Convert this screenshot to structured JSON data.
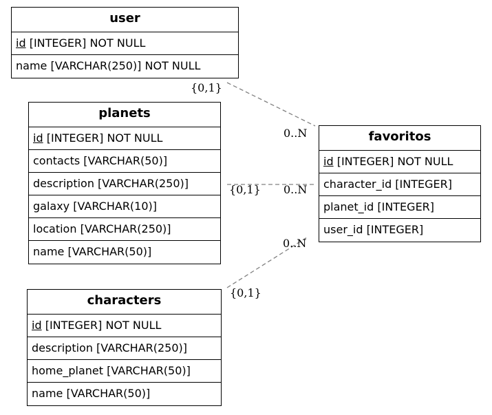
{
  "entities": {
    "user": {
      "name": "user",
      "attributes": [
        {
          "pk": "id",
          "rest": " [INTEGER] NOT NULL"
        },
        {
          "text": "name [VARCHAR(250)] NOT NULL"
        }
      ]
    },
    "planets": {
      "name": "planets",
      "attributes": [
        {
          "pk": "id",
          "rest": " [INTEGER] NOT NULL"
        },
        {
          "text": "contacts [VARCHAR(50)]"
        },
        {
          "text": "description [VARCHAR(250)]"
        },
        {
          "text": "galaxy [VARCHAR(10)]"
        },
        {
          "text": "location [VARCHAR(250)]"
        },
        {
          "text": "name [VARCHAR(50)]"
        }
      ]
    },
    "characters": {
      "name": "characters",
      "attributes": [
        {
          "pk": "id",
          "rest": " [INTEGER] NOT NULL"
        },
        {
          "text": "description [VARCHAR(250)]"
        },
        {
          "text": "home_planet [VARCHAR(50)]"
        },
        {
          "text": "name [VARCHAR(50)]"
        }
      ]
    },
    "favoritos": {
      "name": "favoritos",
      "attributes": [
        {
          "pk": "id",
          "rest": " [INTEGER] NOT NULL"
        },
        {
          "text": "character_id [INTEGER]"
        },
        {
          "text": "planet_id [INTEGER]"
        },
        {
          "text": "user_id [INTEGER]"
        }
      ]
    }
  },
  "relations": {
    "user_favoritos": {
      "from_card": "{0,1}",
      "to_card": "0..N"
    },
    "planets_favoritos": {
      "from_card": "{0,1}",
      "to_card": "0..N"
    },
    "characters_favoritos": {
      "from_card": "{0,1}",
      "to_card": "0..N"
    }
  },
  "colors": {
    "relation_line": "#808080"
  }
}
